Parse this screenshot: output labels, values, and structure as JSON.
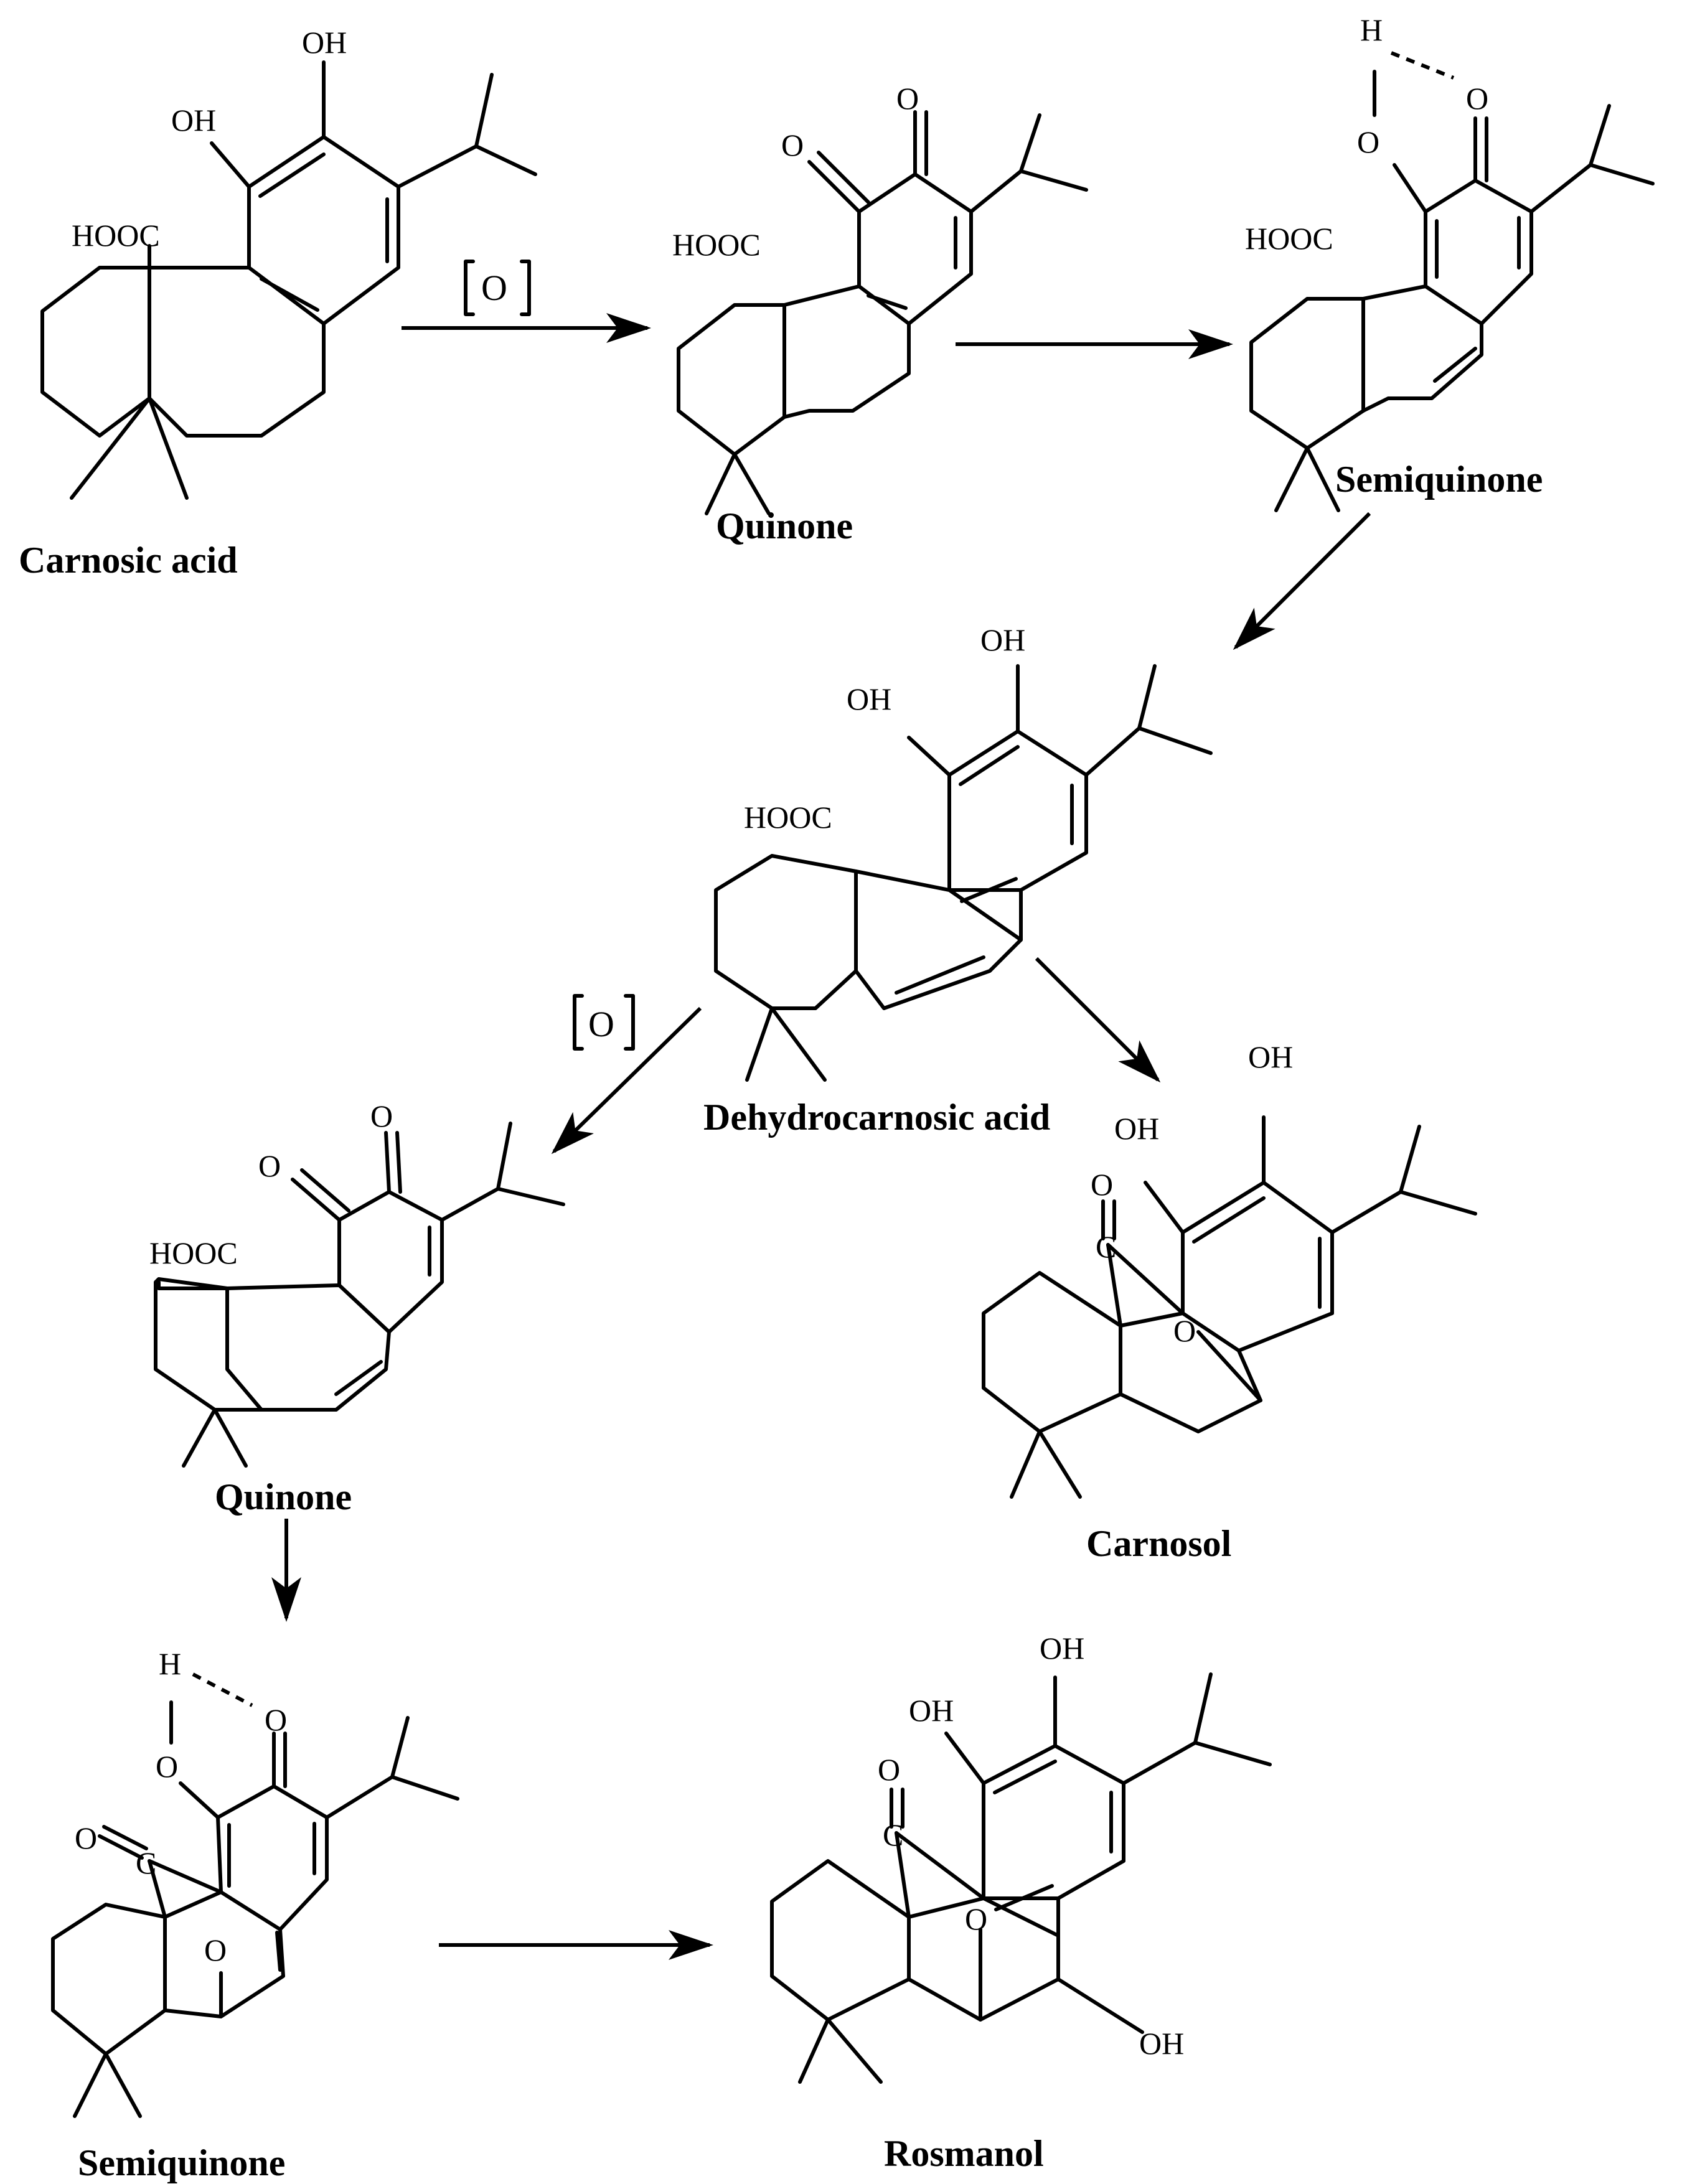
{
  "atom_labels": {
    "oh": "OH",
    "hooc": "HOOC",
    "o": "O",
    "h": "H",
    "c": "C"
  },
  "oxidation_label": "O",
  "compounds": [
    {
      "id": "carnosic-acid",
      "name": "Carnosic acid"
    },
    {
      "id": "quinone-1",
      "name": "Quinone"
    },
    {
      "id": "semiquinone-1",
      "name": "Semiquinone"
    },
    {
      "id": "dehydrocarnosic-acid",
      "name": "Dehydrocarnosic acid"
    },
    {
      "id": "quinone-2",
      "name": "Quinone"
    },
    {
      "id": "carnosol",
      "name": "Carnosol"
    },
    {
      "id": "semiquinone-2",
      "name": "Semiquinone"
    },
    {
      "id": "rosmanol",
      "name": "Rosmanol"
    }
  ]
}
